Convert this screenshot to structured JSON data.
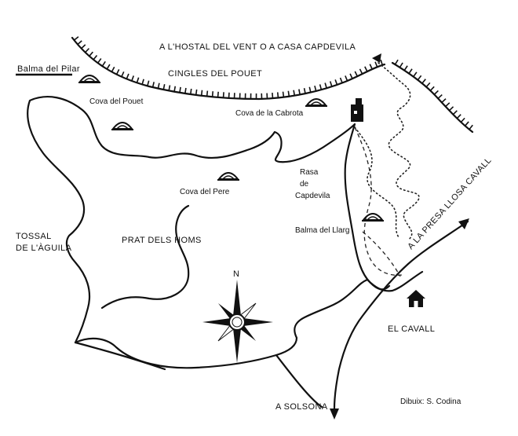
{
  "labels": {
    "hostal": "A L'HOSTAL DEL VENT O A CASA CAPDEVILA",
    "balma_pilar": "Balma del Pilar",
    "cingles": "CINGLES DEL POUET",
    "cova_pouet": "Cova del Pouet",
    "cova_cabrota": "Cova de la Cabrota",
    "cova_pere": "Cova del Pere",
    "rasa": "Rasa",
    "de": "de",
    "capdevila": "Capdevila",
    "tossal_1": "TOSSAL",
    "tossal_2": "DE L'ÀGUILA",
    "prat": "PRAT DELS HOMS",
    "balma_llarg": "Balma del Llarg",
    "presa": "A LA PRESA LLOSA CAVALL",
    "north": "N",
    "cavall": "EL CAVALL",
    "solsona": "A SOLSONA",
    "credit": "Dibuix: S. Codina"
  },
  "icons": {
    "cave": "cave-arch-icon",
    "house": "house-icon",
    "building": "building-icon",
    "compass": "compass-rose-icon"
  }
}
